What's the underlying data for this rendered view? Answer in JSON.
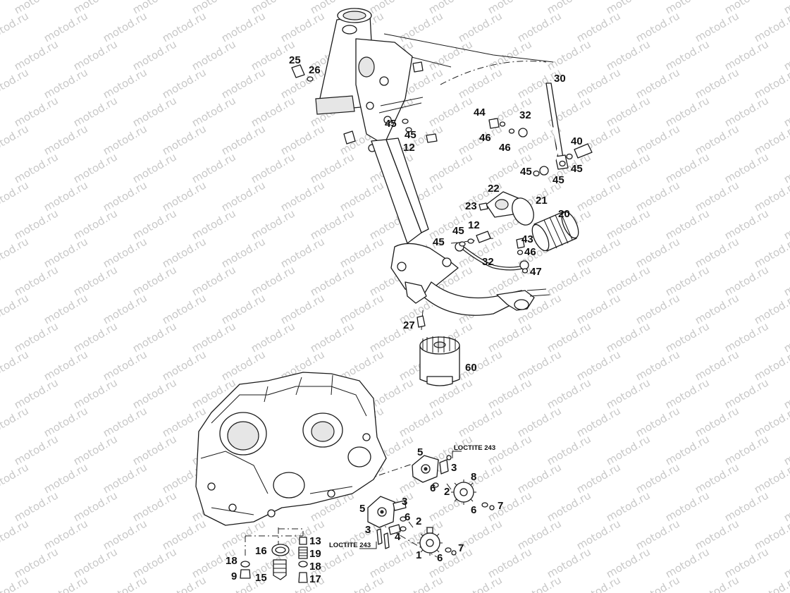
{
  "watermark": {
    "text": "motod.ru"
  },
  "callouts": {
    "c25": "25",
    "c26": "26",
    "c30": "30",
    "c44": "44",
    "c32a": "32",
    "c46a": "46",
    "c46b": "46",
    "c40": "40",
    "c45a": "45",
    "c45b": "45",
    "c45c": "45",
    "c45d": "45",
    "c45e": "45",
    "c12a": "12",
    "c22": "22",
    "c23": "23",
    "c21": "21",
    "c20": "20",
    "c12b": "12",
    "c45f": "45",
    "c45g": "45",
    "c43": "43",
    "c46c": "46",
    "c32b": "32",
    "c47": "47",
    "c27": "27",
    "c60": "60",
    "c5a": "5",
    "c3a": "3",
    "c8": "8",
    "c6a": "6",
    "c2a": "2",
    "c6b": "6",
    "c7a": "7",
    "c5b": "5",
    "c3b": "3",
    "c6c": "6",
    "c2b": "2",
    "c3c": "3",
    "c4": "4",
    "c13": "13",
    "c16": "16",
    "c19": "19",
    "c18a": "18",
    "c18b": "18",
    "c9": "9",
    "c15": "15",
    "c17": "17",
    "c1": "1",
    "c6d": "6",
    "c7b": "7"
  },
  "notes": {
    "loctite_top": "LOCTITE 243",
    "loctite_bottom": "LOCTITE 243"
  }
}
